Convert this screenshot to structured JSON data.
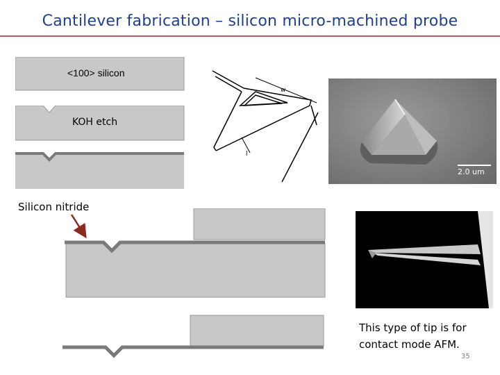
{
  "slide": {
    "title": "Cantilever fabrication – silicon micro-machined probe",
    "page_number": "35"
  },
  "process_steps": {
    "step1_label": "<100> silicon",
    "step2_label": "KOH etch",
    "nitride_label": "Silicon nitride"
  },
  "sem_image": {
    "scale_bar_label": "2.0 um"
  },
  "drawing": {
    "dimension_w": "w",
    "dimension_l": "l"
  },
  "caption": {
    "text": "This type of tip is for contact mode AFM."
  },
  "colors": {
    "title": "#1f3f8f",
    "rule": "#b55a5a",
    "silicon": "#c8c8c8",
    "nitride": "#7a7a7a",
    "arrow": "#8b2a1f"
  }
}
